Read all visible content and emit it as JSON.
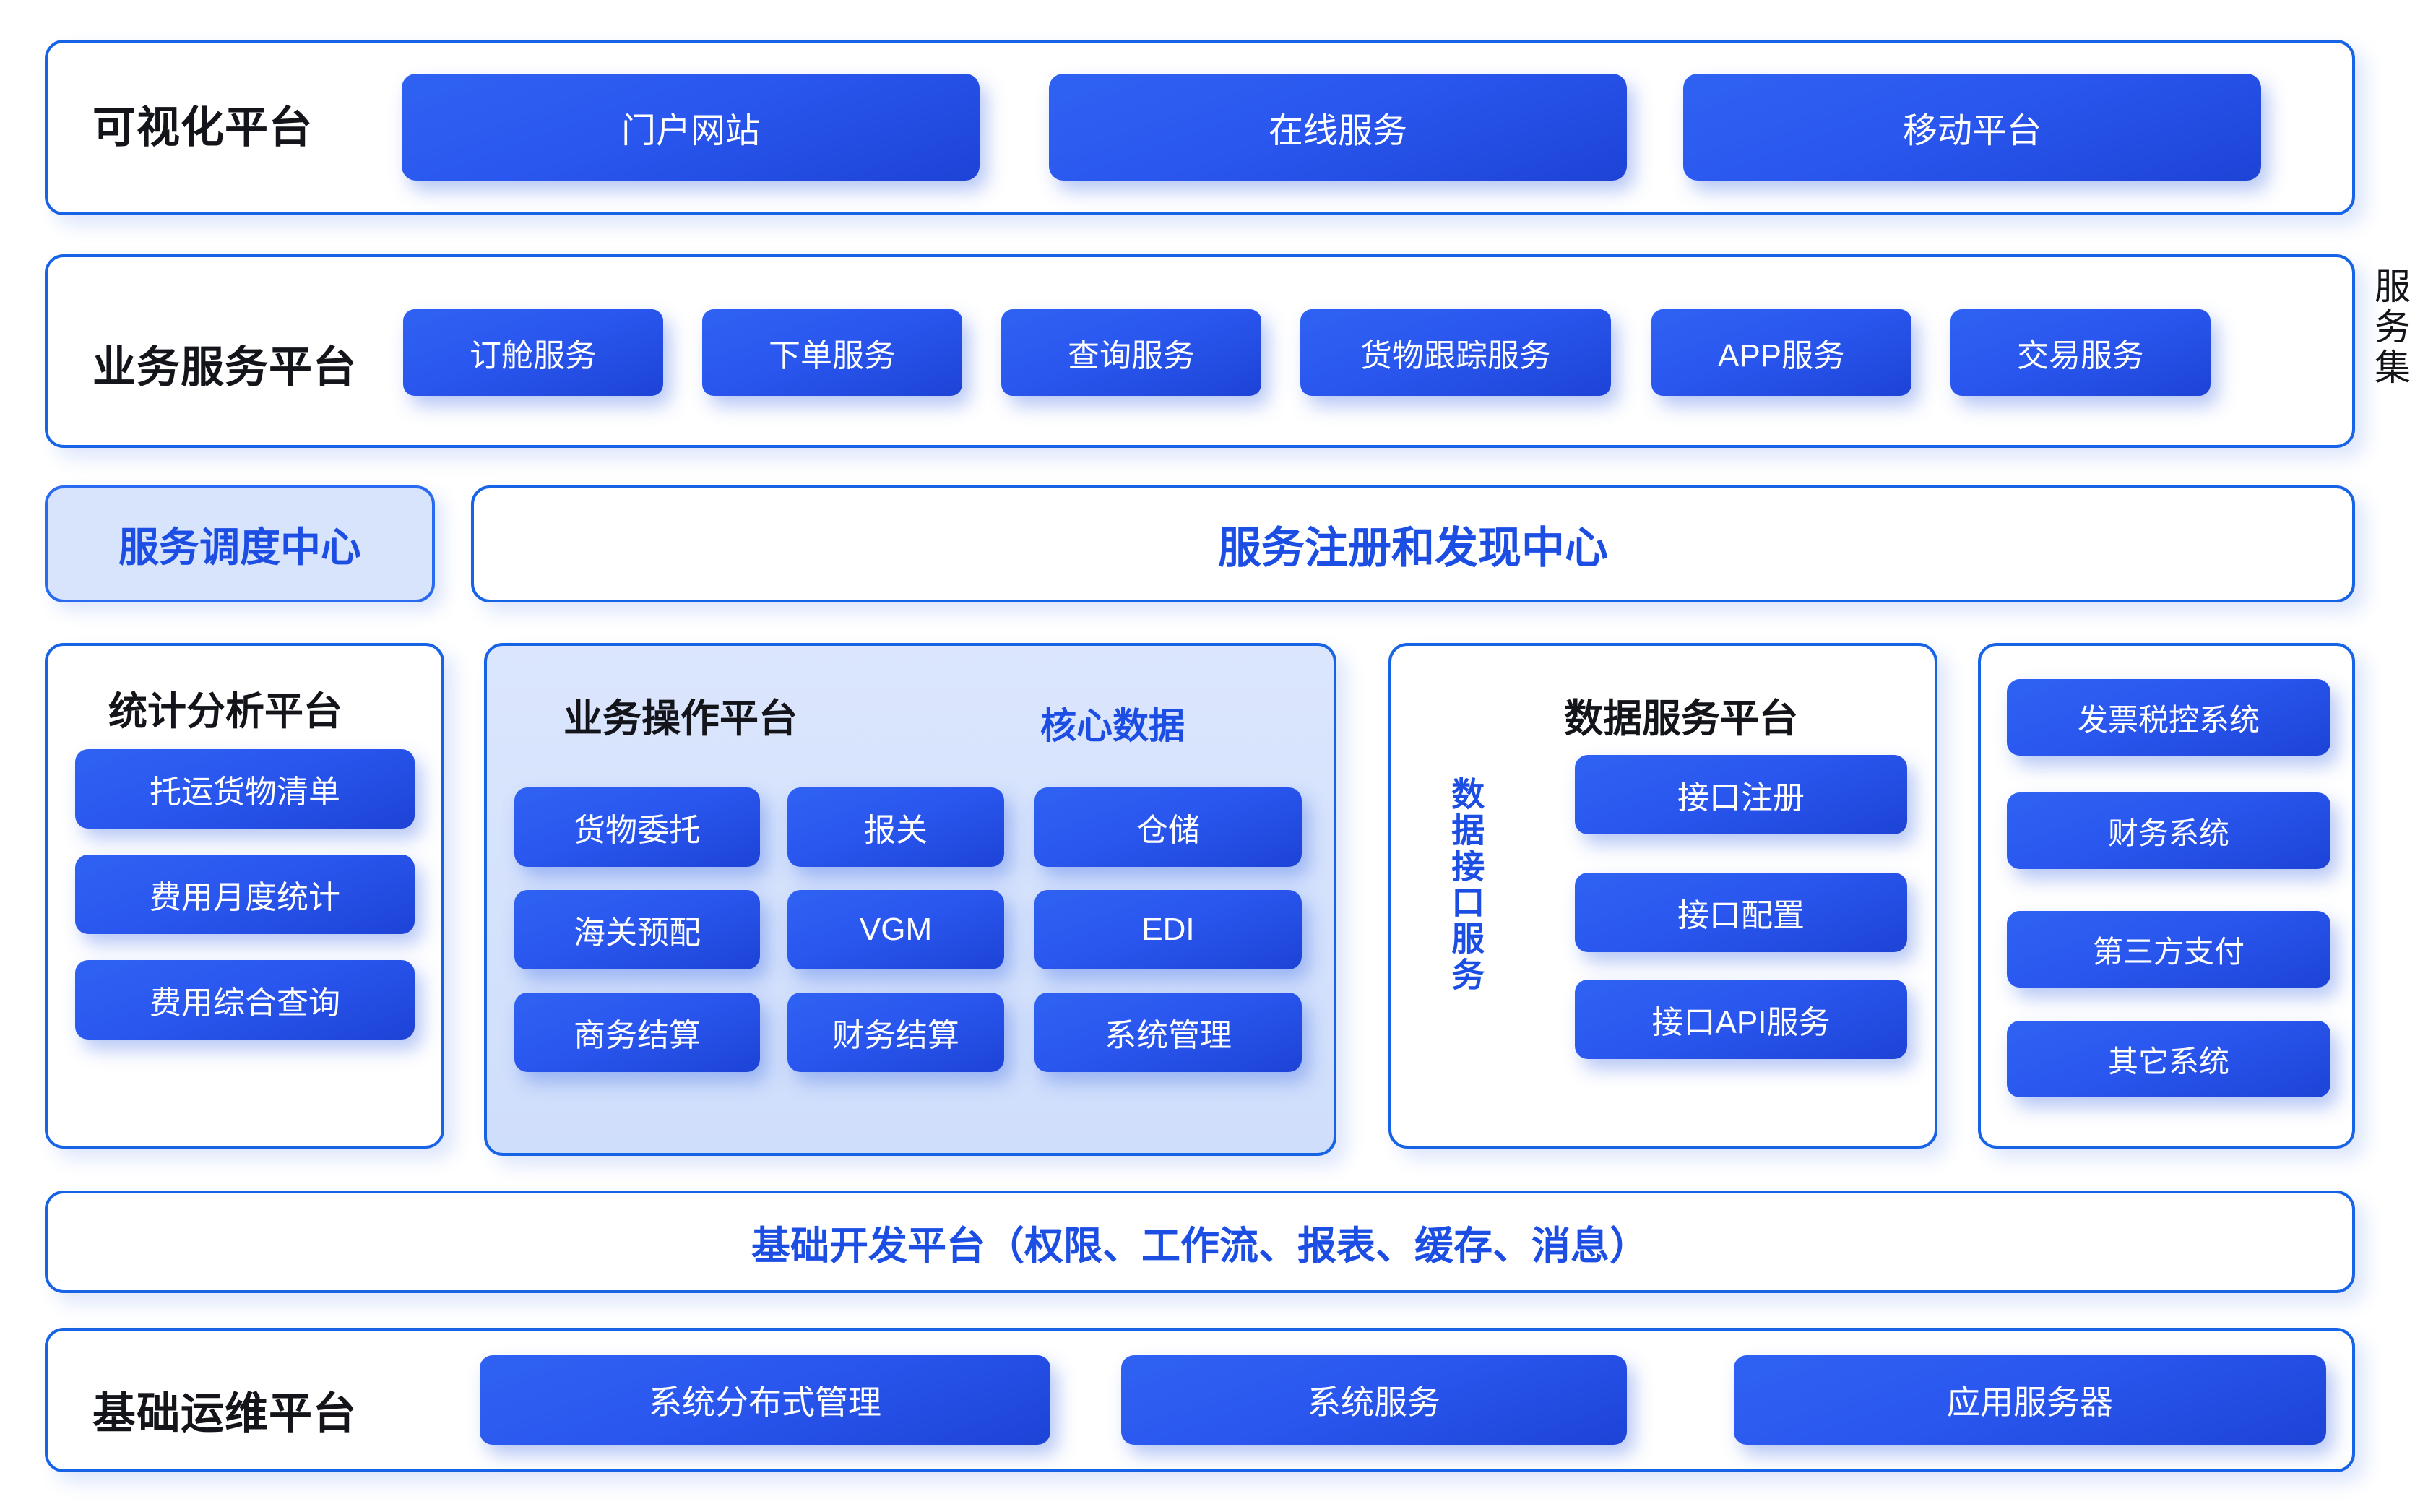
{
  "theme": {
    "accent_blue": "#1d4ee4",
    "border_blue": "#1763e6",
    "tile_blue": "#2a57ef",
    "tinted_panel": "#d7e4fc",
    "label_black": "#14151a",
    "page_bg": "#ffffff"
  },
  "row1": {
    "label": "可视化平台",
    "tiles": [
      {
        "label": "门户网站"
      },
      {
        "label": "在线服务"
      },
      {
        "label": "移动平台"
      }
    ]
  },
  "row2": {
    "label": "业务服务平台",
    "side_label": "服务集",
    "tiles": [
      {
        "label": "订舱服务"
      },
      {
        "label": "下单服务"
      },
      {
        "label": "查询服务"
      },
      {
        "label": "货物跟踪服务"
      },
      {
        "label": "APP服务"
      },
      {
        "label": "交易服务"
      }
    ]
  },
  "row3": {
    "dispatch_center": "服务调度中心",
    "registry_center": "服务注册和发现中心"
  },
  "row4": {
    "col1": {
      "title": "统计分析平台",
      "tiles": [
        {
          "label": "托运货物清单"
        },
        {
          "label": "费用月度统计"
        },
        {
          "label": "费用综合查询"
        }
      ]
    },
    "col2": {
      "title": "业务操作平台",
      "core_label": "核心数据",
      "tiles": [
        {
          "label": "货物委托"
        },
        {
          "label": "报关"
        },
        {
          "label": "仓储"
        },
        {
          "label": "海关预配"
        },
        {
          "label": "VGM"
        },
        {
          "label": "EDI"
        },
        {
          "label": "商务结算"
        },
        {
          "label": "财务结算"
        },
        {
          "label": "系统管理"
        }
      ]
    },
    "col3": {
      "title": "数据服务平台",
      "side_label": "数据接口服务",
      "tiles": [
        {
          "label": "接口注册"
        },
        {
          "label": "接口配置"
        },
        {
          "label": "接口API服务"
        }
      ]
    },
    "col4": {
      "tiles": [
        {
          "label": "发票税控系统"
        },
        {
          "label": "财务系统"
        },
        {
          "label": "第三方支付"
        },
        {
          "label": "其它系统"
        }
      ]
    }
  },
  "row5": {
    "label": "基础开发平台（权限、工作流、报表、缓存、消息）"
  },
  "row6": {
    "label": "基础运维平台",
    "tiles": [
      {
        "label": "系统分布式管理"
      },
      {
        "label": "系统服务"
      },
      {
        "label": "应用服务器"
      }
    ]
  }
}
